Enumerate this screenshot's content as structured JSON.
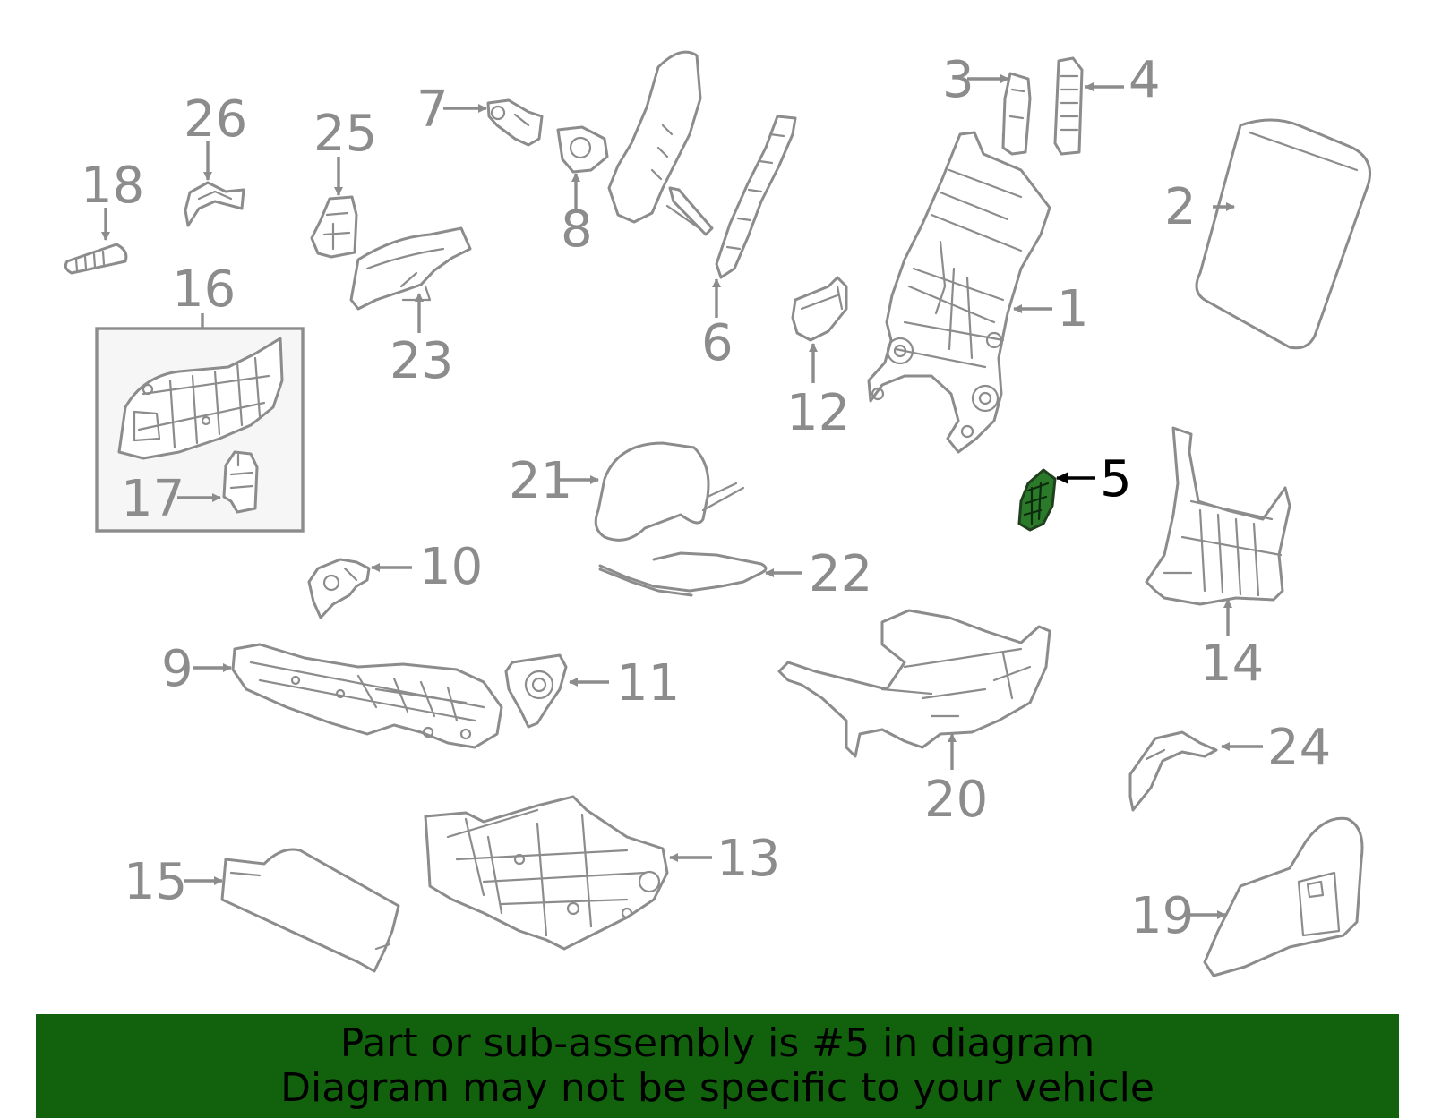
{
  "diagram": {
    "highlighted_part": "5",
    "callouts": [
      "1",
      "2",
      "3",
      "4",
      "5",
      "6",
      "7",
      "8",
      "9",
      "10",
      "11",
      "12",
      "13",
      "14",
      "15",
      "16",
      "17",
      "18",
      "19",
      "20",
      "21",
      "22",
      "23",
      "24",
      "25",
      "26"
    ],
    "colors": {
      "line": "#8c8c8c",
      "highlight_fill": "#2a7a2a",
      "highlight_label": "#000000",
      "banner_background": "#12620d",
      "banner_text": "#000000"
    }
  },
  "banner": {
    "line1": "Part or sub-assembly is #5 in diagram",
    "line2": "Diagram may not be specific to your vehicle"
  }
}
